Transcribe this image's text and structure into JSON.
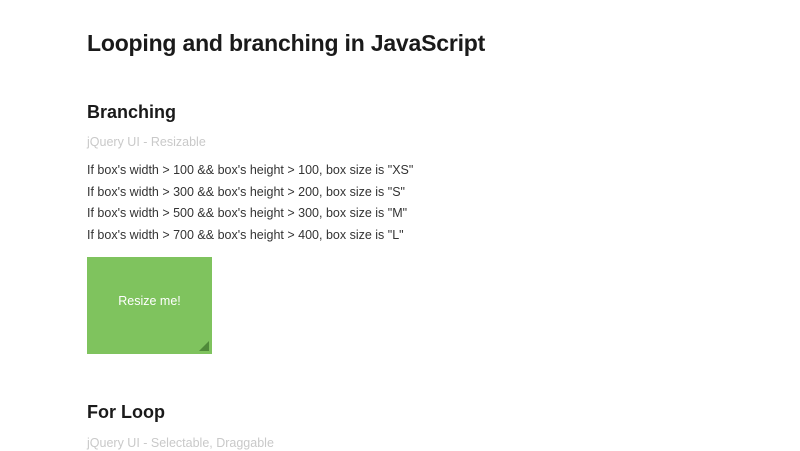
{
  "page": {
    "title": "Looping and branching in JavaScript",
    "background_color": "#ffffff",
    "text_color": "#333333"
  },
  "sections": [
    {
      "id": "branching",
      "heading": "Branching",
      "subtitle": "jQuery UI - Resizable",
      "subtitle_color": "#c9c9c9",
      "conditions": [
        "If box's width > 100 && box's height > 100, box size is \"XS\"",
        "If box's width > 300 && box's height > 200, box size is \"S\"",
        "If box's width > 500 && box's height > 300, box size is \"M\"",
        "If box's width > 700 && box's height > 400, box size is \"L\""
      ],
      "resizable_box": {
        "label": "Resize me!",
        "color": "#7fc35e",
        "label_color": "#ffffff",
        "handle_icon": "resize-handle-icon",
        "handle_color": "#4f8a39",
        "width": 125,
        "height": 97
      }
    },
    {
      "id": "for-loop",
      "heading": "For Loop",
      "subtitle": "jQuery UI - Selectable, Draggable",
      "subtitle_color": "#c9c9c9"
    }
  ]
}
